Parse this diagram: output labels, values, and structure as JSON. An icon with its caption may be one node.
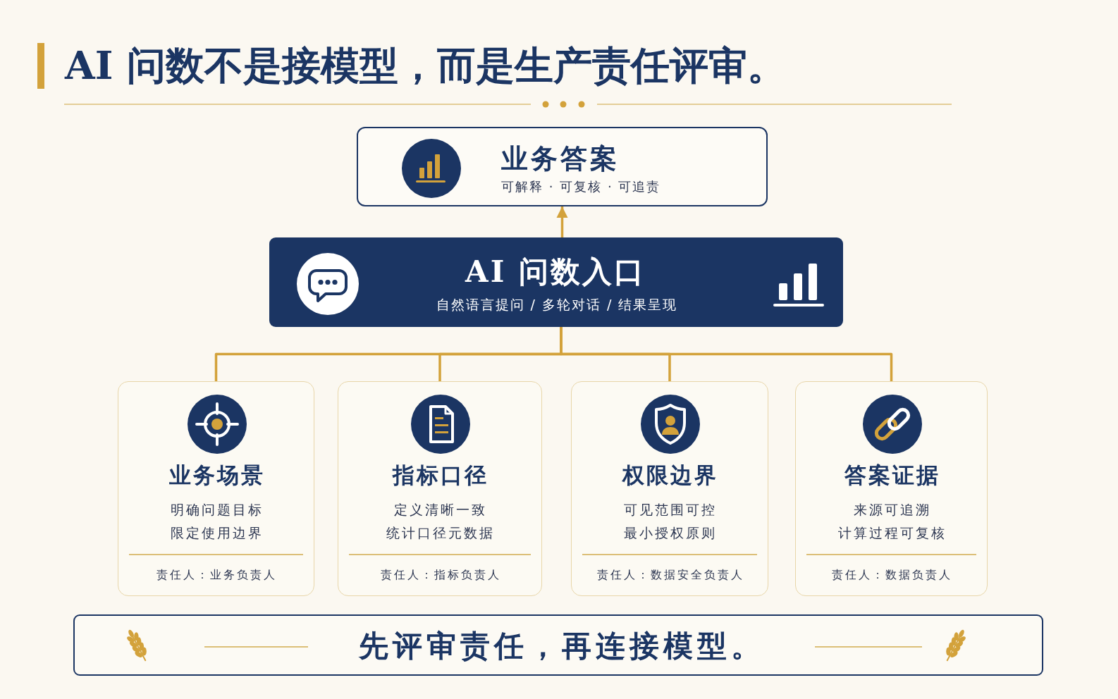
{
  "diagram": {
    "title": "AI 问数不是接模型，而是生产责任评审。",
    "nodes": [
      {
        "text": [
          "业务答案",
          "可解释 · 可复核 · 可追责"
        ]
      },
      {
        "text": [
          "AI 问数入口",
          "自然语言提问 / 多轮对话 / 结果呈现"
        ]
      },
      {
        "text": [
          "业务场景",
          "明确问题目标",
          "限定使用边界",
          "责任人：业务负责人"
        ]
      },
      {
        "text": [
          "指标口径",
          "定义清晰一致",
          "统计口径元数据",
          "责任人：指标负责人"
        ]
      },
      {
        "text": [
          "权限边界",
          "可见范围可控",
          "最小授权原则",
          "责任人：数据安全负责人"
        ]
      },
      {
        "text": [
          "答案证据",
          "来源可追溯",
          "计算过程可复核",
          "责任人：数据负责人"
        ]
      },
      {
        "text": [
          "先评审责任，再连接模型。"
        ]
      }
    ],
    "edges": [
      {
        "from": 1,
        "to": 0,
        "arrow": "to"
      },
      {
        "from": 1,
        "to": 2,
        "arrow": "none"
      },
      {
        "from": 1,
        "to": 3,
        "arrow": "none"
      },
      {
        "from": 1,
        "to": 4,
        "arrow": "none"
      },
      {
        "from": 1,
        "to": 5,
        "arrow": "none"
      }
    ]
  }
}
